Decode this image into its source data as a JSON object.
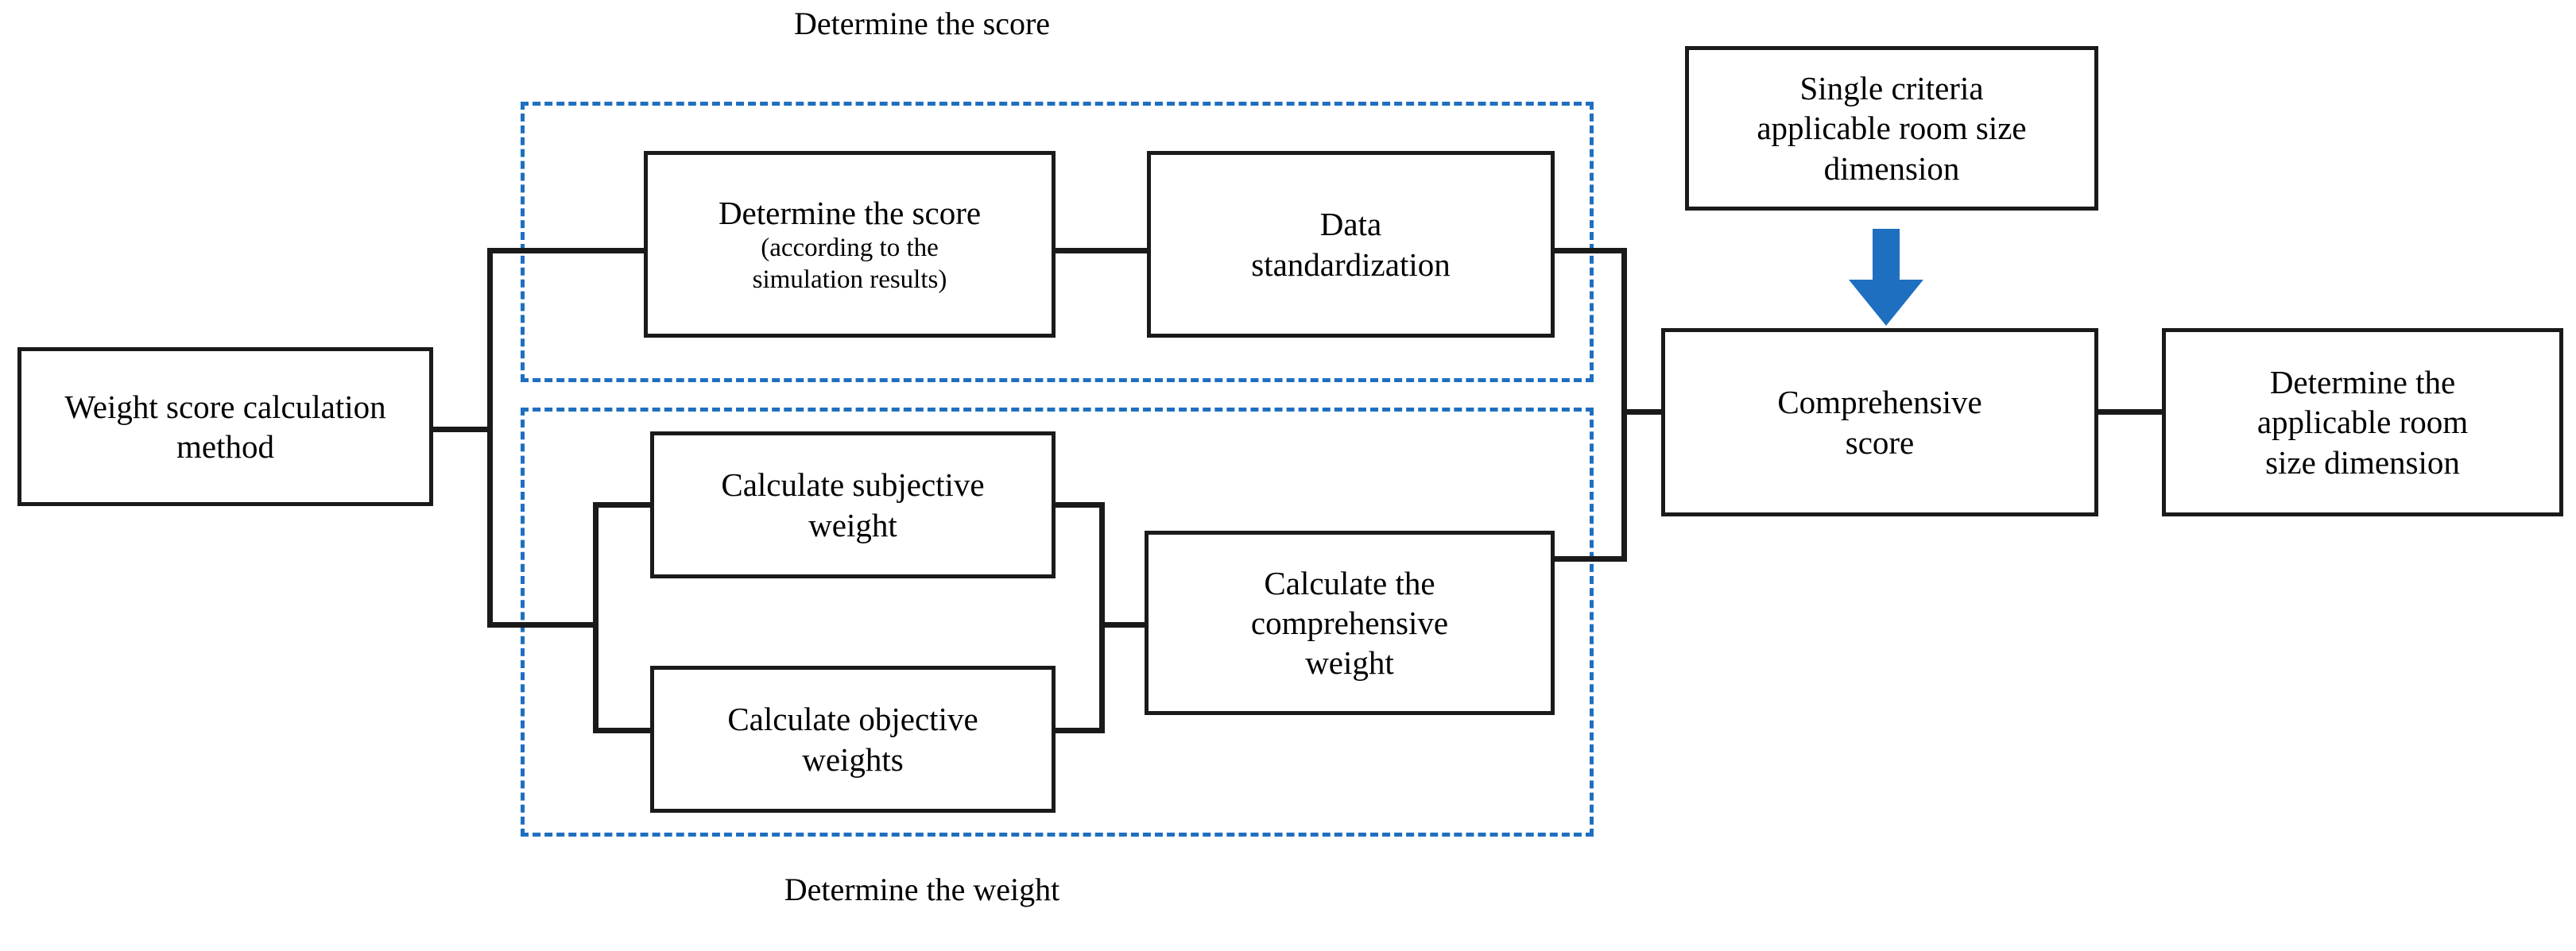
{
  "diagram": {
    "title_top": "Determine the score",
    "title_bottom": "Determine the weight",
    "accent_color": "#1F6FC0",
    "line_color": "#1a1a1a",
    "background": "#ffffff",
    "nodes": {
      "weight_method": "Weight score calculation method",
      "determine_score_main": "Determine the score",
      "determine_score_sub1": "(according to the",
      "determine_score_sub2": "simulation results)",
      "data_standardization_l1": "Data",
      "data_standardization_l2": "standardization",
      "subjective_weight_l1": "Calculate subjective",
      "subjective_weight_l2": "weight",
      "objective_weights_l1": "Calculate objective",
      "objective_weights_l2": "weights",
      "comprehensive_weight_l1": "Calculate the",
      "comprehensive_weight_l2": "comprehensive",
      "comprehensive_weight_l3": "weight",
      "single_criteria_l1": "Single criteria",
      "single_criteria_l2": "applicable room size",
      "single_criteria_l3": "dimension",
      "comprehensive_score_l1": "Comprehensive",
      "comprehensive_score_l2": "score",
      "applicable_dimension_l1": "Determine the",
      "applicable_dimension_l2": "applicable room",
      "applicable_dimension_l3": "size dimension"
    },
    "icons": {
      "down_arrow": "arrow-down-icon"
    }
  }
}
